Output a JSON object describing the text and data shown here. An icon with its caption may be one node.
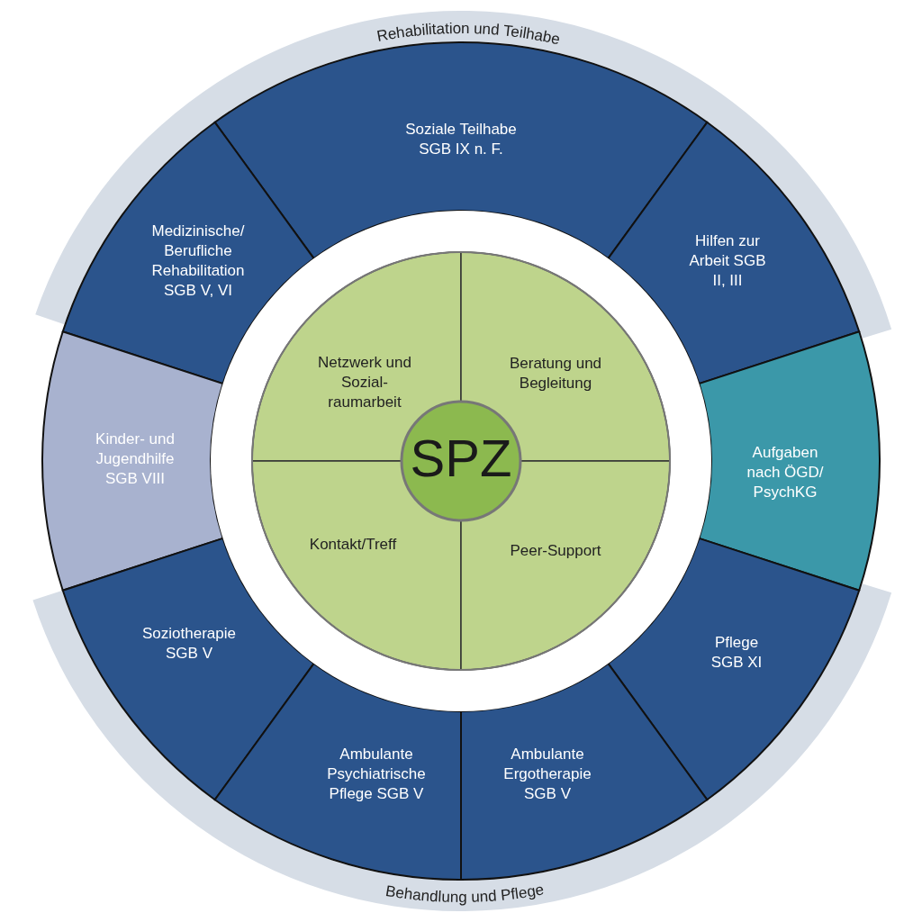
{
  "diagram": {
    "nodes": [
      {
        "text": [
          "Rehabilitation und Teilhabe"
        ]
      },
      {
        "text": [
          "Soziale Teilhabe SGB IX n. F."
        ]
      },
      {
        "text": [
          "Medizinische/ Berufliche Rehabilitation SGB V, VI"
        ]
      },
      {
        "text": [
          "Hilfen zur Arbeit SGB II, III"
        ]
      },
      {
        "text": [
          "Kinder- und Jugendhilfe SGB VIII"
        ]
      },
      {
        "text": [
          "Aufgaben nach ÖGD/ PsychKG"
        ]
      },
      {
        "text": [
          "Soziotherapie SGB V"
        ]
      },
      {
        "text": [
          "Pflege SGB XI"
        ]
      },
      {
        "text": [
          "Ambulante Psychiatrische Pflege SGB V"
        ]
      },
      {
        "text": [
          "Ambulante Ergotherapie SGB V"
        ]
      },
      {
        "text": [
          "Netzwerk und Sozial- raumarbeit"
        ]
      },
      {
        "text": [
          "Beratung und Begleitung"
        ]
      },
      {
        "text": [
          "SPZ"
        ]
      },
      {
        "text": [
          "Kontakt/Treff"
        ]
      },
      {
        "text": [
          "Peer-Support"
        ]
      },
      {
        "text": [
          "Behandlung und Pflege"
        ]
      }
    ]
  }
}
